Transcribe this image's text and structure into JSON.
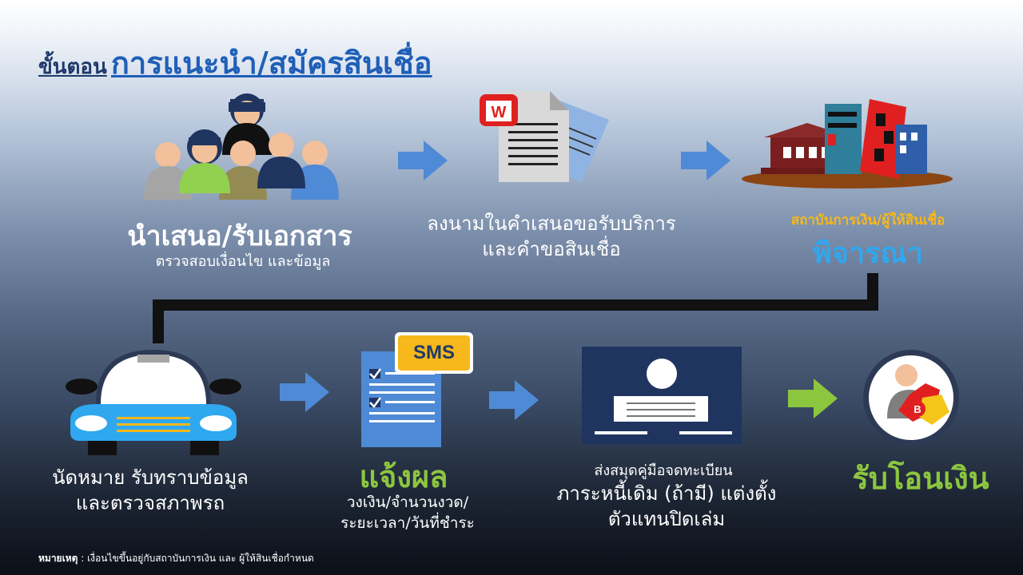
{
  "title": {
    "prefix": "ขั้นตอน",
    "main": "การแนะนำ/สมัครสินเชื่อ"
  },
  "steps": [
    {
      "title": "นำเสนอ/รับเอกสาร",
      "subtitle": "ตรวจสอบเงื่อนไข และข้อมูล"
    },
    {
      "line1": "ลงนามในคำเสนอขอรับบริการ",
      "line2": "และคำขอสินเชื่อ"
    },
    {
      "small": "สถาบันการเงิน/ผู้ให้สินเชื่อ",
      "big": "พิจารณา"
    },
    {
      "line1": "นัดหมาย รับทราบข้อมูล",
      "line2": "และตรวจสภาพรถ"
    },
    {
      "title": "แจ้งผล",
      "line1": "วงเงิน/จำนวนงวด/",
      "line2": "ระยะเวลา/วันที่ชำระ",
      "badge": "SMS"
    },
    {
      "line1": "ส่งสมุดคู่มือจดทะเบียน",
      "line2": "ภาระหนี้เดิม (ถ้ามี) แต่งตั้ง",
      "line3": "ตัวแทนปิดเล่ม"
    },
    {
      "title": "รับโอนเงิน"
    }
  ],
  "note": {
    "label": "หมายเหตุ",
    "text": " : เงื่อนไขขึ้นอยู่กับสถาบันการเงิน และ ผู้ให้สินเชื่อกำหนด"
  },
  "icons": [
    "people-icon",
    "document-icon",
    "bank-building-icon",
    "car-icon",
    "checklist-sms-icon",
    "registration-book-icon",
    "money-transfer-icon"
  ],
  "colors": {
    "title": "#1f5fb8",
    "arrow_blue": "#4f8ad6",
    "arrow_green": "#8cc63f",
    "yellow": "#f6b81a",
    "sky": "#2fa8f0",
    "green_text": "#8cc63f"
  }
}
